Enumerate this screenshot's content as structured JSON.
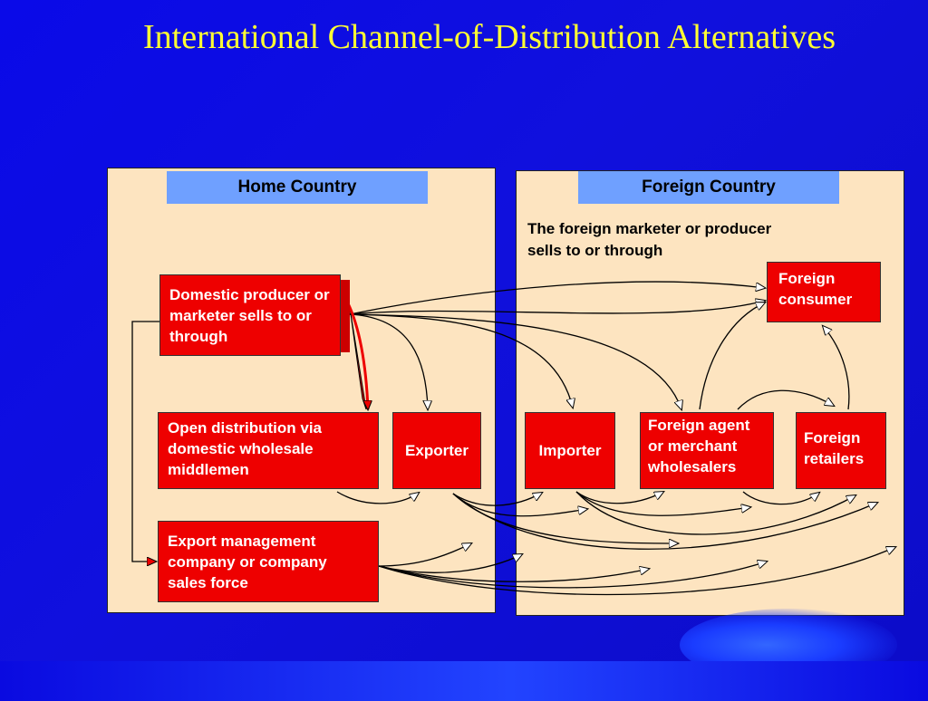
{
  "title": "International Channel-of-Distribution Alternatives",
  "home": {
    "header": "Home Country",
    "producer": "Domestic producer or marketer sells to or through",
    "open_distribution": "Open distribution via domestic wholesale middlemen",
    "exporter": "Exporter",
    "emc": "Export management company or company sales force"
  },
  "foreign": {
    "header": "Foreign Country",
    "note": "The foreign marketer or producer sells to or through",
    "consumer": "Foreign consumer",
    "importer": "Importer",
    "agent": "Foreign agent or merchant wholesalers",
    "retailers": "Foreign retailers"
  },
  "colors": {
    "background": "#0a0ae8",
    "title": "#ffff33",
    "panel": "#fde4c0",
    "header": "#6fa0ff",
    "box": "#ee0000"
  }
}
